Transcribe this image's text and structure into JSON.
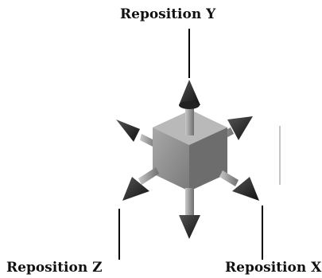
{
  "labels": {
    "y": "Reposition Y",
    "z": "Reposition Z",
    "x": "Reposition X"
  },
  "colors": {
    "leader_line": "#000000",
    "arrow_shaft": "#9a9a9a",
    "arrow_head": "#2a2a2a",
    "cube_front": "#8c8c8c",
    "cube_top": "#b5b5b5",
    "cube_side": "#6f6f6f"
  }
}
